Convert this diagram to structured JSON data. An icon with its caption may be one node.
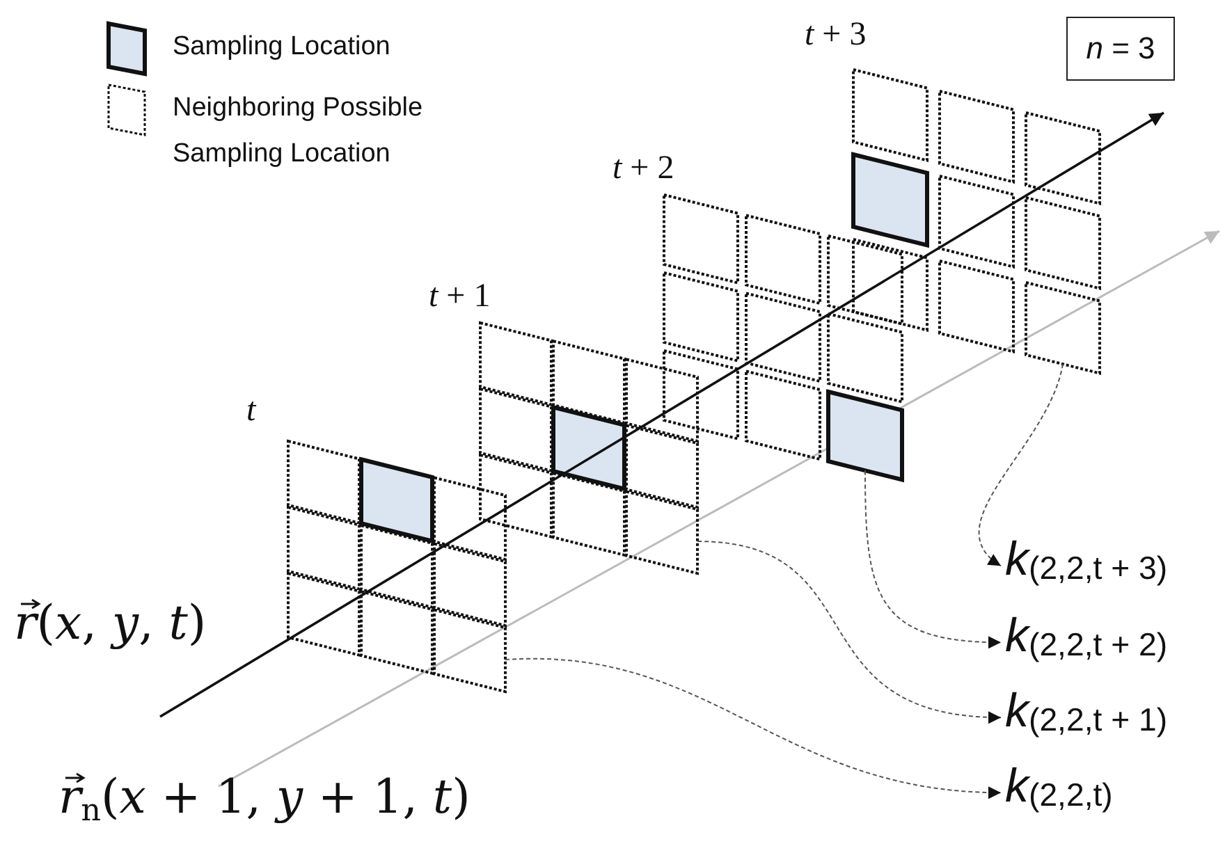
{
  "diagram": {
    "nodes": [
      {
        "text": [
          "*n* = 3"
        ]
      },
      {
        "text": [],
        "shape": "box"
      },
      {
        "text": [],
        "shape": "box"
      },
      {
        "text": [],
        "shape": "box"
      },
      {
        "text": [],
        "shape": "box"
      },
      {
        "text": [
          "*k*$_{(2,2,t + 3)}$"
        ]
      },
      {
        "text": [
          "*k*$_{(2,2,t + 2)}$"
        ]
      },
      {
        "text": [
          "*k*$_{(2,2,t + 1)}$"
        ]
      },
      {
        "text": [
          "*k*$_{(2,2,t)}$"
        ]
      }
    ],
    "edges": [
      {
        "from": 1,
        "to": 8,
        "arrow": "to",
        "style": "dashed"
      },
      {
        "from": 2,
        "to": 7,
        "arrow": "to",
        "style": "dashed"
      },
      {
        "from": 3,
        "to": 6,
        "arrow": "to",
        "style": "dashed"
      },
      {
        "from": 4,
        "to": 5,
        "arrow": "to",
        "style": "dashed"
      }
    ],
    "labels": [
      "t",
      "*t* + 1",
      "*t* + 2",
      "*t* + 3",
      "*r*(*x*, *y*, *t*)",
      "*r*$_{n}$(*x* + 1, *y* + 1, *t*)"
    ],
    "legend": [
      {
        "text": "Sampling Location",
        "color": "#dbe5f1"
      },
      {
        "text": "Neighboring Possible Sampling Location"
      }
    ]
  }
}
